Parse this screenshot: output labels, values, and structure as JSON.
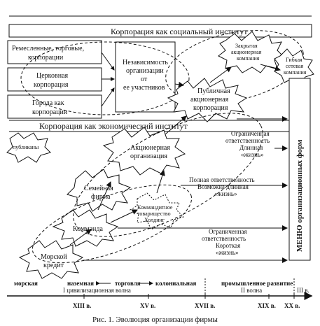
{
  "diagram": {
    "title_social": "Корпорация  как социальный  институт",
    "title_economic": "Корпорация как экономический институт",
    "left_box_1": [
      "Ремесленные, торговые,",
      "корпорации"
    ],
    "left_box_2": [
      "Церковная",
      "корпорация"
    ],
    "left_box_3": [
      "Города как",
      "корпорации"
    ],
    "independence_box": [
      "Независимость",
      "организации",
      "от",
      "ее участников"
    ],
    "publicans": "публиканы",
    "closed_jsc": [
      "Закрытая",
      "акционерная",
      "компания"
    ],
    "flexible_network": [
      "Гибкая",
      "сетевая",
      "компания"
    ],
    "public_jsc": [
      "Публичная",
      "акционерная",
      "корпорация"
    ],
    "joint_stock": [
      "Акционерная",
      "организация"
    ],
    "family_firm": [
      "Семейная",
      "фирма"
    ],
    "commenda": "Коммэнда",
    "limited_partnership": [
      "Коммандитное",
      "товарищество",
      "Холдинг"
    ],
    "sea_credit": [
      "Морской",
      "кредит"
    ],
    "right_1": [
      "Ограниченная",
      "ответственность",
      "Длинная",
      "«жизнь»"
    ],
    "right_2": [
      "Полная ответственность",
      "Возможна длинная",
      "«жизнь»"
    ],
    "right_3": [
      "Ограниченная",
      "ответственность",
      "Короткая",
      "«жизнь»"
    ],
    "menu": "МЕНЮ   организационных   форм",
    "trade_labels": [
      "морская",
      "наземная",
      "торговля",
      "колониальная",
      "промышленное развитие"
    ],
    "waves": [
      "I цивилизационная волна",
      "II волна",
      "III в."
    ],
    "centuries": [
      "XIII в.",
      "XV в.",
      "XVII в.",
      "XIX в.",
      "XX в."
    ],
    "caption": "Рис. 1. Эволюция организации фирмы"
  }
}
